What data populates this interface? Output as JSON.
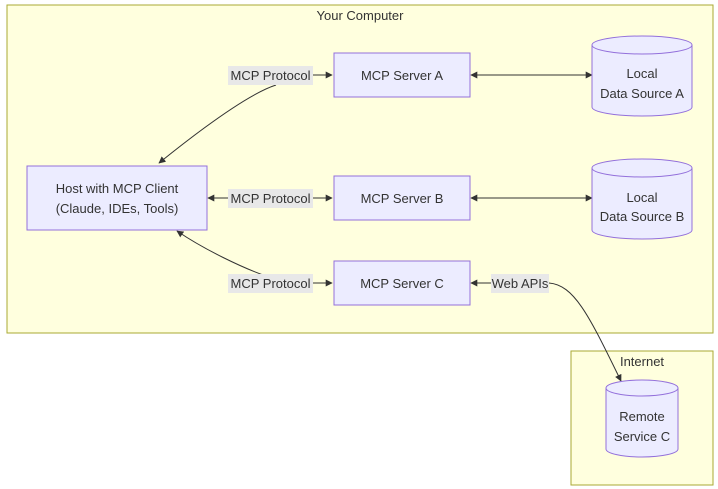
{
  "groups": {
    "your_computer": "Your Computer",
    "internet": "Internet"
  },
  "nodes": {
    "host": [
      "Host with MCP Client",
      "(Claude, IDEs, Tools)"
    ],
    "server_a": "MCP Server A",
    "server_b": "MCP Server B",
    "server_c": "MCP Server C",
    "source_a": [
      "Local",
      "Data Source A"
    ],
    "source_b": [
      "Local",
      "Data Source B"
    ],
    "service_c": [
      "Remote",
      "Service C"
    ]
  },
  "edges": {
    "protocol_a": "MCP Protocol",
    "protocol_b": "MCP Protocol",
    "protocol_c": "MCP Protocol",
    "web_apis": "Web APIs"
  },
  "colors": {
    "cluster_fill": "#ffffde",
    "cluster_stroke": "#aaaa33",
    "node_fill": "#ececff",
    "node_stroke": "#9370db",
    "edge_stroke": "#333333",
    "label_bg": "#e8e8e8",
    "text": "#333333"
  }
}
